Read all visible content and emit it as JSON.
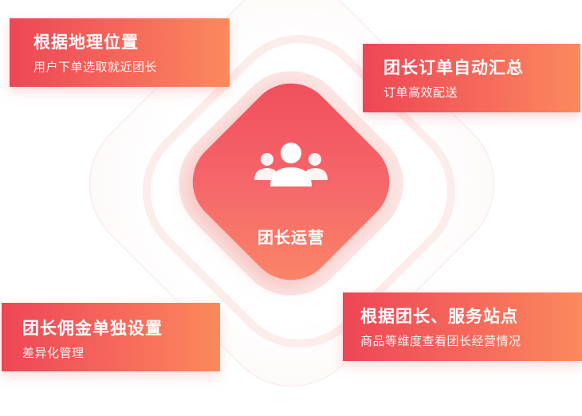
{
  "center": {
    "label": "团长运营",
    "icon": "users-group-icon"
  },
  "cards": {
    "top_left": {
      "title": "根据地理位置",
      "subtitle": "用户下单选取就近团长"
    },
    "top_right": {
      "title": "团长订单自动汇总",
      "subtitle": "订单高效配送"
    },
    "bottom_left": {
      "title": "团长佣金单独设置",
      "subtitle": "差异化管理"
    },
    "bottom_right": {
      "title": "根据团长、服务站点",
      "subtitle": "商品等维度查看团长经营情况"
    }
  },
  "colors": {
    "accent_start": "#ee4656",
    "accent_end": "#fb8a5c",
    "ring": "#fcecea"
  }
}
